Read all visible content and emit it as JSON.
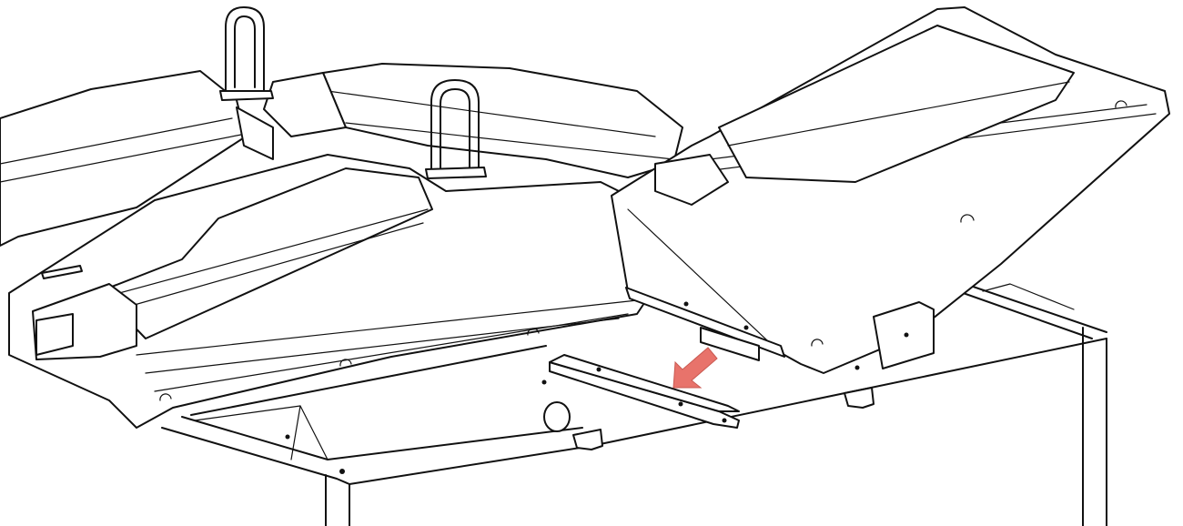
{
  "figure": {
    "kind": "line-art technical illustration",
    "description_icon": "installation-diagram",
    "colors": {
      "line": "#111111",
      "background": "#ffffff",
      "arrow": "#e8736b"
    },
    "callout": {
      "icon": "arrow-down-left-icon",
      "meaning": "install-direction"
    }
  }
}
